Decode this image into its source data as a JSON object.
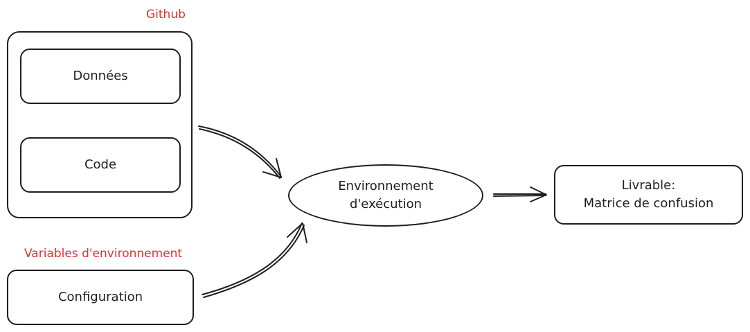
{
  "groups": {
    "github": {
      "caption": "Github"
    },
    "env_vars": {
      "caption": "Variables d'environnement"
    }
  },
  "nodes": {
    "donnees": "Données",
    "code": "Code",
    "configuration": "Configuration",
    "execution": {
      "line1": "Environnement",
      "line2": "d'exécution"
    },
    "livrable": {
      "line1": "Livrable:",
      "line2": "Matrice de confusion"
    }
  },
  "colors": {
    "stroke": "#1e1e1e",
    "caption": "#e03131",
    "background": "#ffffff"
  }
}
